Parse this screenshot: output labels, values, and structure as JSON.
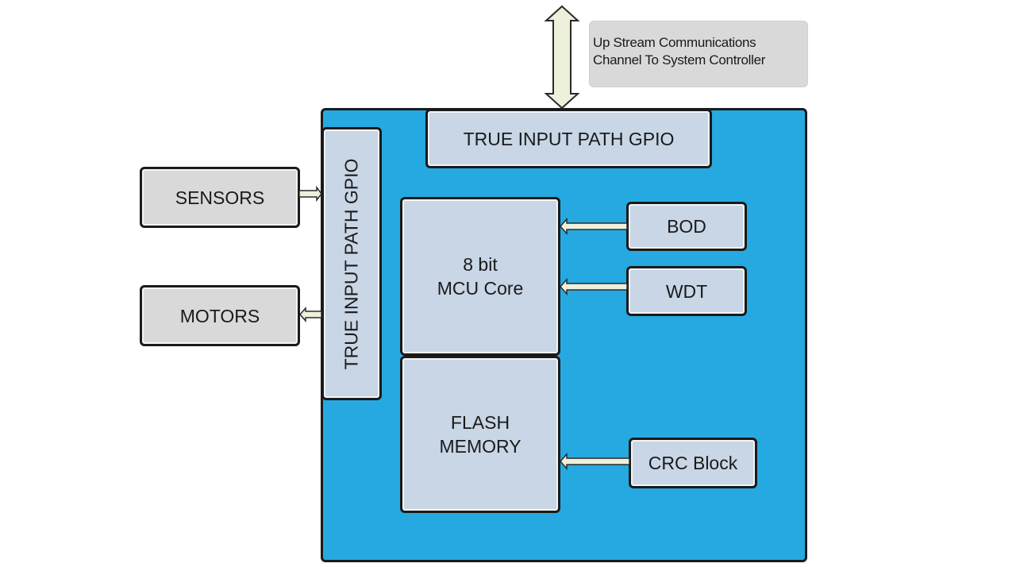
{
  "diagram": {
    "title": "8-bit MCU block diagram with true input path GPIO",
    "colors": {
      "chip_background": "#26a9e0",
      "internal_block": "#c8d6e6",
      "external_block": "#d9d9d9",
      "arrow_fill": "#eef0dc",
      "outline": "#1a1a1a"
    },
    "note": {
      "text": "Up Stream Communications\nChannel To System Controller"
    },
    "blocks": {
      "gpio_top": "TRUE INPUT PATH GPIO",
      "gpio_left": "TRUE INPUT PATH GPIO",
      "sensors": "SENSORS",
      "motors": "MOTORS",
      "mcu_core": "8 bit\nMCU Core",
      "flash": "FLASH\nMEMORY",
      "bod": "BOD",
      "wdt": "WDT",
      "crc": "CRC Block"
    },
    "connections": [
      {
        "from": "system-controller",
        "to": "gpio_top",
        "direction": "bidirectional"
      },
      {
        "from": "sensors",
        "to": "gpio_left",
        "direction": "one-way"
      },
      {
        "from": "gpio_left",
        "to": "motors",
        "direction": "one-way"
      },
      {
        "from": "bod",
        "to": "mcu_core",
        "direction": "one-way"
      },
      {
        "from": "wdt",
        "to": "mcu_core",
        "direction": "one-way"
      },
      {
        "from": "crc",
        "to": "flash",
        "direction": "one-way"
      }
    ]
  }
}
